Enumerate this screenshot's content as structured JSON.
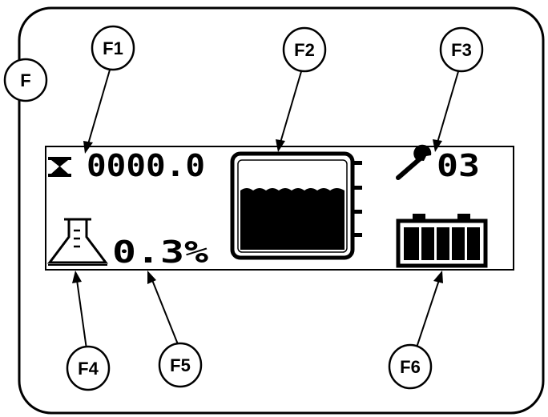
{
  "panel": {
    "label": "F",
    "callouts": {
      "f1": "F1",
      "f2": "F2",
      "f3": "F3",
      "f4": "F4",
      "f5": "F5",
      "f6": "F6"
    }
  },
  "display": {
    "counter_value": "0000.0",
    "service_count": "03",
    "concentration": "0.3%",
    "tank_level_fraction": 0.7,
    "battery_level": "5/5",
    "icons": {
      "counter": "hourglass-icon",
      "service": "wrench-icon",
      "tank": "tank-icon",
      "concentration": "flask-icon",
      "battery": "battery-icon"
    }
  },
  "colors": {
    "line": "#000000",
    "background": "#ffffff"
  }
}
